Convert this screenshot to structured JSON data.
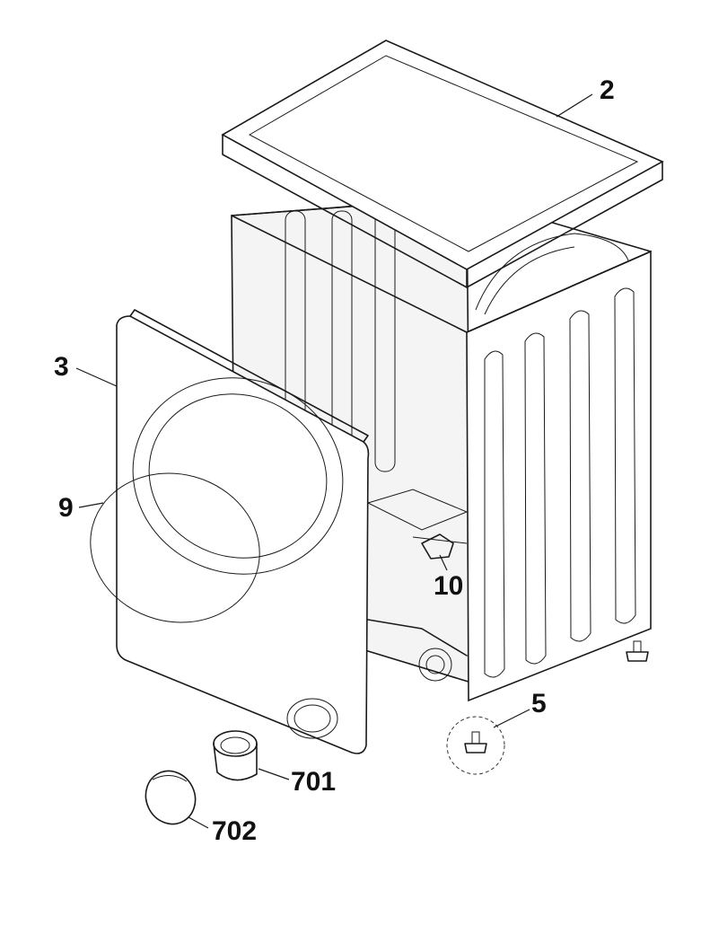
{
  "callouts": {
    "top_cover": "2",
    "front_panel": "3",
    "door_glass": "9",
    "hose_clamp": "10",
    "foot": "5",
    "filter_housing": "701",
    "filter_cap": "702"
  }
}
